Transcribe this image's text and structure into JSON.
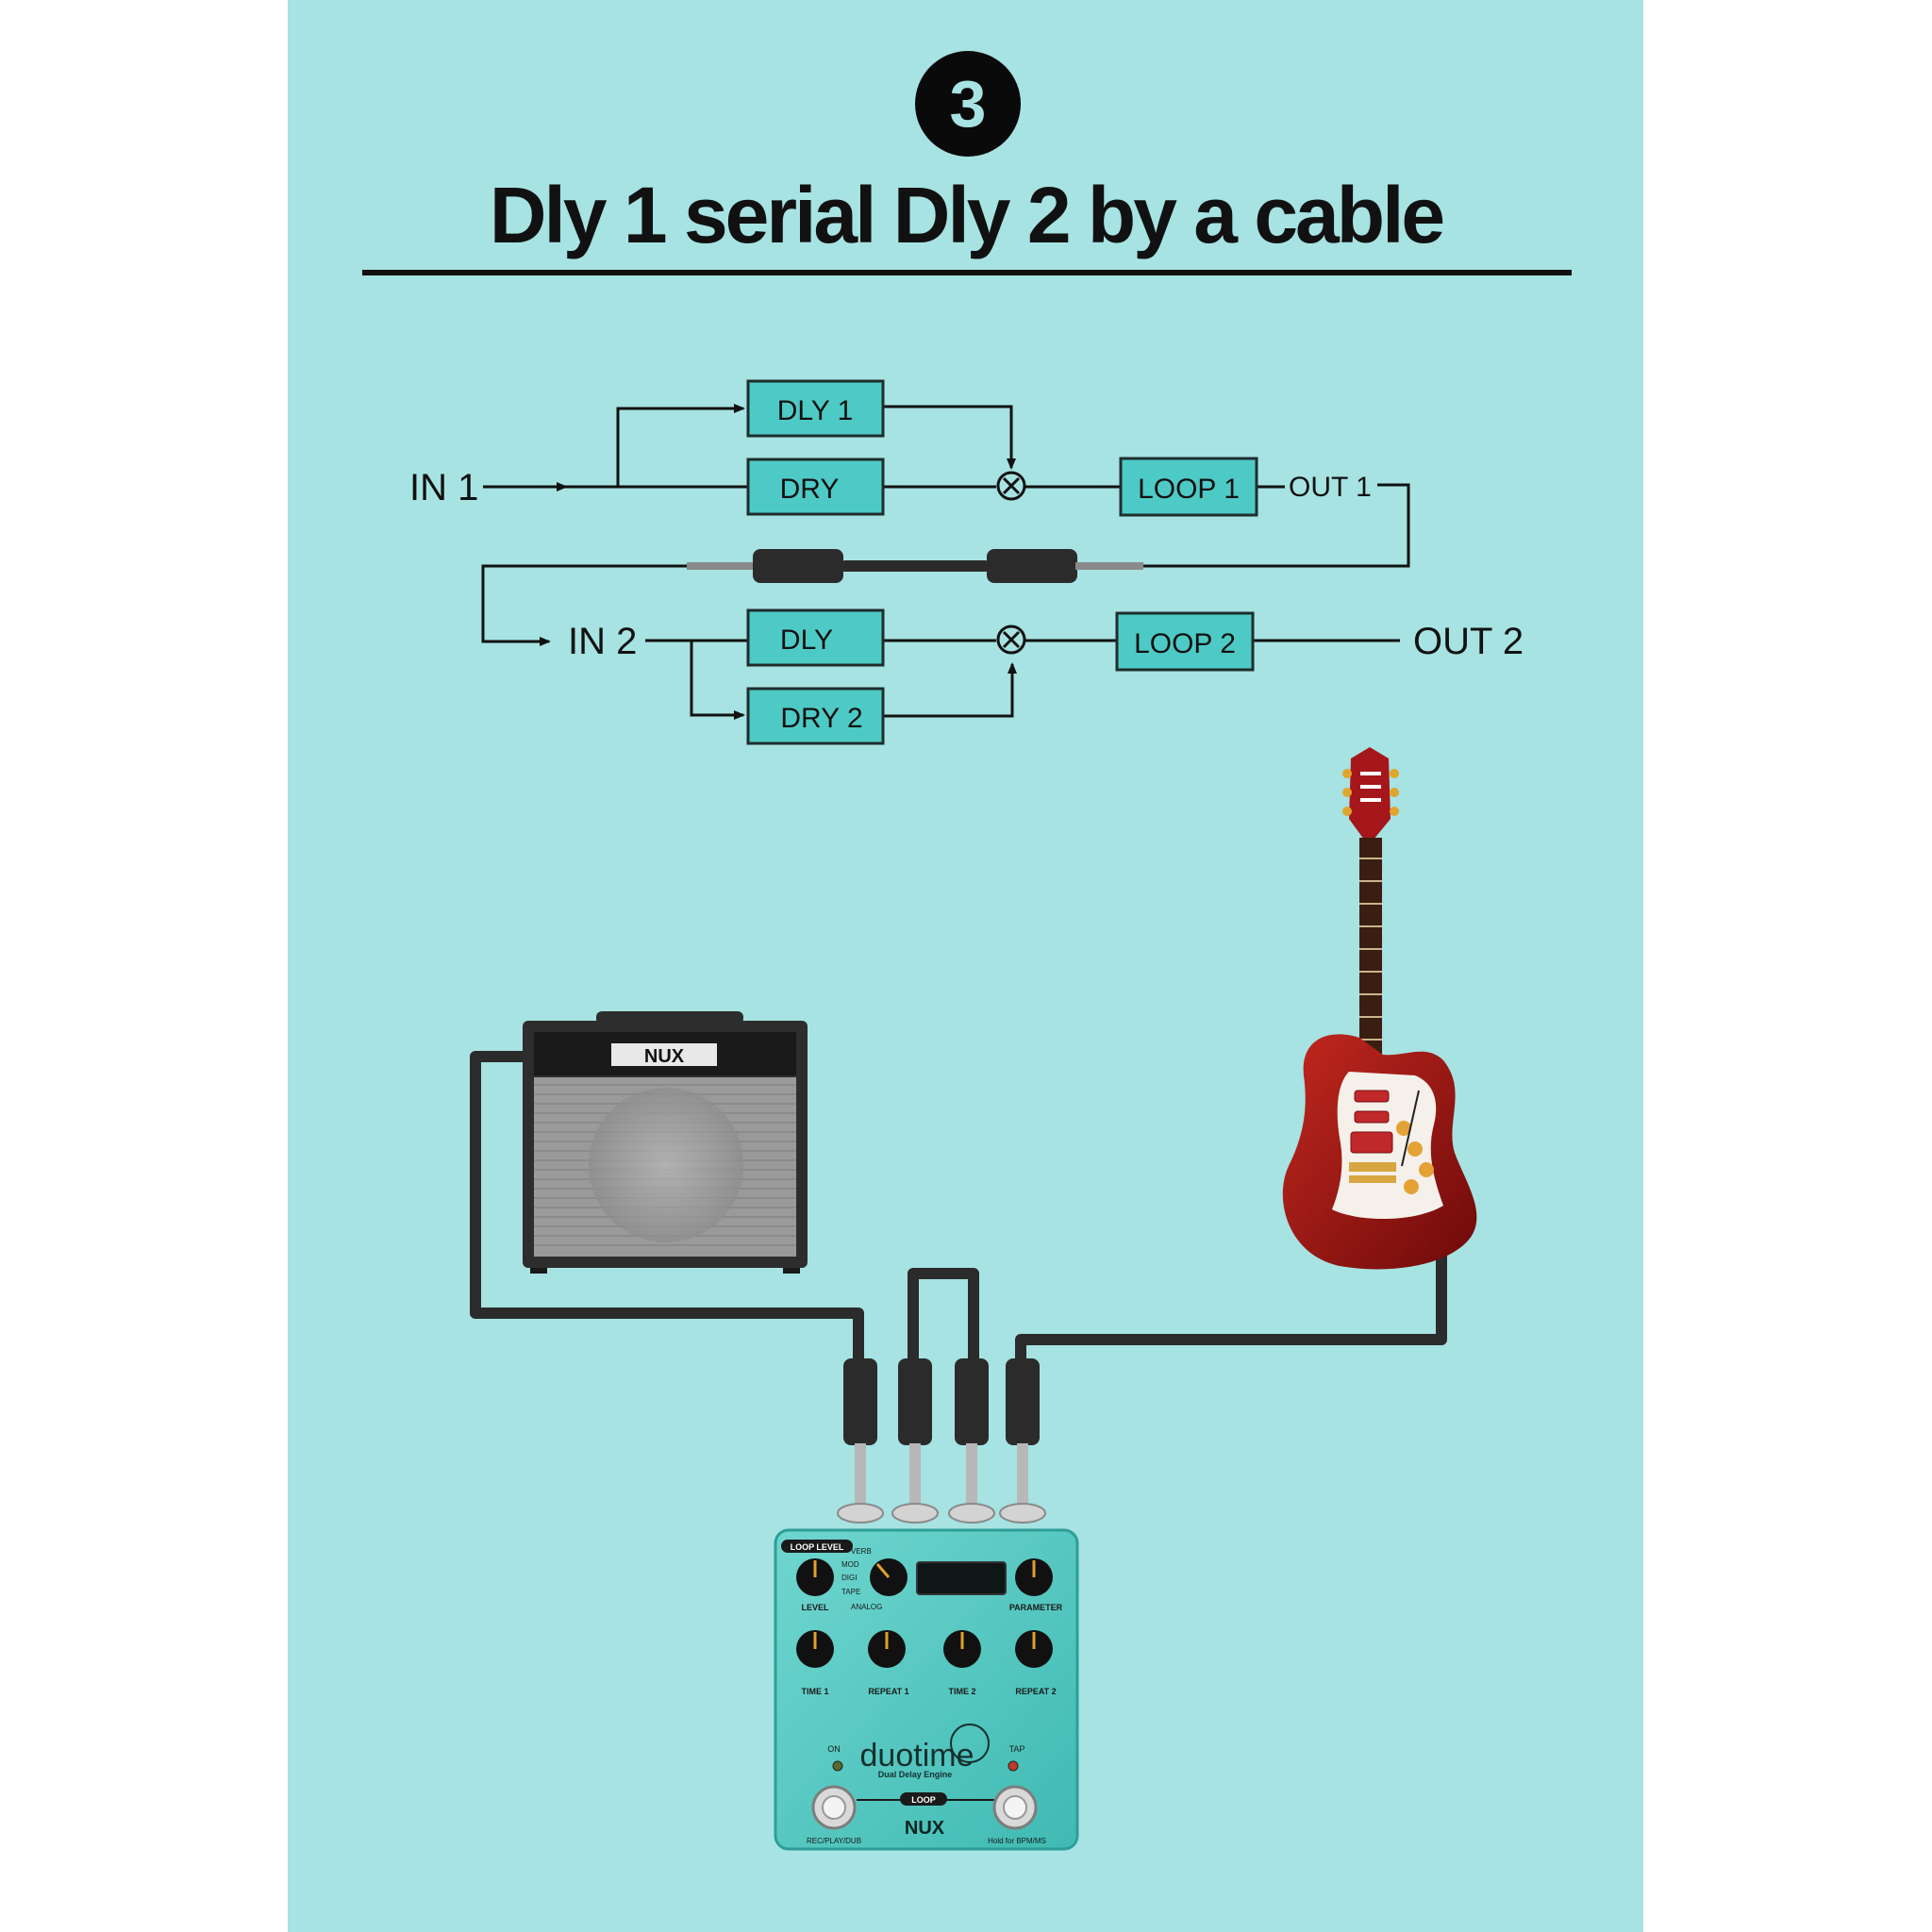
{
  "step_number": "3",
  "title": "Dly 1 serial Dly 2 by a cable",
  "colors": {
    "background": "#a6e3e2",
    "block_fill": "#4ecac6",
    "cable": "#2b2b2b",
    "guitar_body": "#9c1515"
  },
  "signal_flow": {
    "in1": "IN 1",
    "dly1": "DLY 1",
    "dry": "DRY",
    "loop1": "LOOP 1",
    "out1": "OUT 1",
    "in2": "IN 2",
    "dly": "DLY",
    "dry2": "DRY 2",
    "loop2": "LOOP 2",
    "out2": "OUT 2"
  },
  "amp": {
    "brand": "NUX"
  },
  "pedal": {
    "name": "duotime",
    "subtitle": "Dual Delay Engine",
    "brand": "NUX",
    "loop_level_label": "LOOP LEVEL",
    "mode_options": [
      "VERB",
      "MOD",
      "DIGI",
      "TAPE",
      "ANALOG"
    ],
    "knob_labels": {
      "level": "LEVEL",
      "parameter": "PARAMETER",
      "time1": "TIME 1",
      "repeat1": "REPEAT 1",
      "time2": "TIME 2",
      "repeat2": "REPEAT 2"
    },
    "on_label": "ON",
    "tap_label": "TAP",
    "loop_label": "LOOP",
    "left_switch_label": "REC/PLAY/DUB",
    "right_switch_label": "Hold for BPM/MS"
  }
}
